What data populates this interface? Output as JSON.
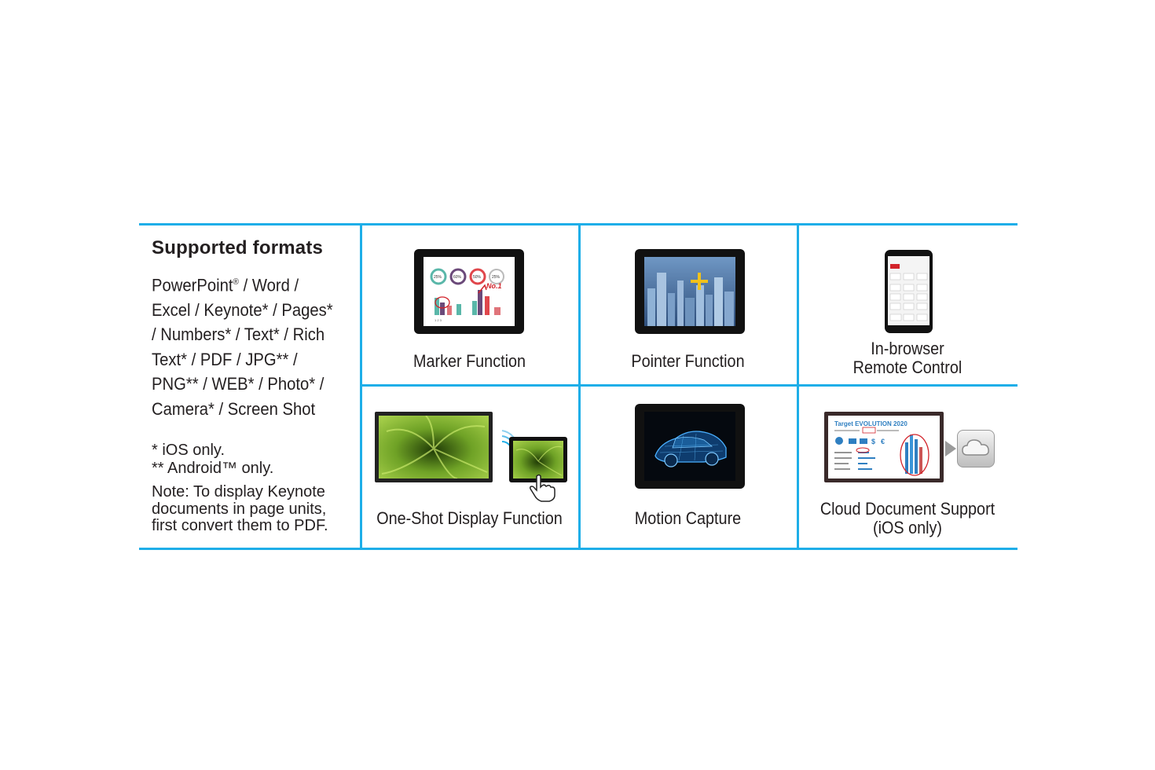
{
  "formats": {
    "heading": "Supported formats",
    "lines": [
      "PowerPoint",
      " / Word /",
      "Excel / Keynote* / Pages*",
      "/ Numbers* / Text* / Rich",
      "Text* / PDF / JPG** /",
      "PNG** / WEB* / Photo* /",
      "Camera* / Screen Shot"
    ],
    "reg_mark": "®",
    "note_ios": "* iOS only.",
    "note_android": "** Android™ only.",
    "note_keynote": [
      "Note: To display Keynote",
      "documents in page units,",
      "first convert them to PDF."
    ]
  },
  "features": [
    {
      "label": "Marker Function"
    },
    {
      "label": "Pointer Function"
    },
    {
      "label_lines": [
        "In-browser",
        "Remote Control"
      ]
    },
    {
      "label": "One-Shot Display Function"
    },
    {
      "label": "Motion Capture"
    },
    {
      "label_lines": [
        "Cloud Document Support",
        "(iOS only)"
      ]
    }
  ],
  "marker_screen": {
    "annotation": "No.1",
    "percents": [
      "25%",
      "60%",
      "50%",
      "25%"
    ]
  },
  "cloud_screen": {
    "title": "Target EVOLUTION 2020",
    "symbols": [
      "$",
      "€"
    ]
  },
  "colors": {
    "accent": "#1eaee8",
    "text": "#231f20",
    "marker_red": "#d2232a"
  }
}
